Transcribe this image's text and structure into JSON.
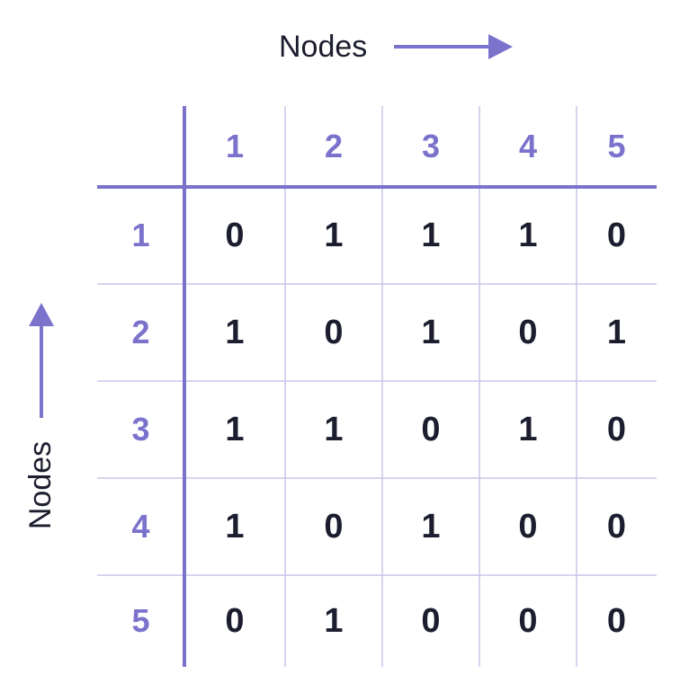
{
  "axis_labels": {
    "top": "Nodes",
    "side": "Nodes"
  },
  "colors": {
    "accent": "#7b72cc",
    "grid": "#c9c5ea",
    "text": "#1c1d2e"
  },
  "matrix": {
    "column_headers": [
      "1",
      "2",
      "3",
      "4",
      "5"
    ],
    "row_headers": [
      "1",
      "2",
      "3",
      "4",
      "5"
    ],
    "rows": [
      [
        "0",
        "1",
        "1",
        "1",
        "0"
      ],
      [
        "1",
        "0",
        "1",
        "0",
        "1"
      ],
      [
        "1",
        "1",
        "0",
        "1",
        "0"
      ],
      [
        "1",
        "0",
        "1",
        "0",
        "0"
      ],
      [
        "0",
        "1",
        "0",
        "0",
        "0"
      ]
    ]
  }
}
